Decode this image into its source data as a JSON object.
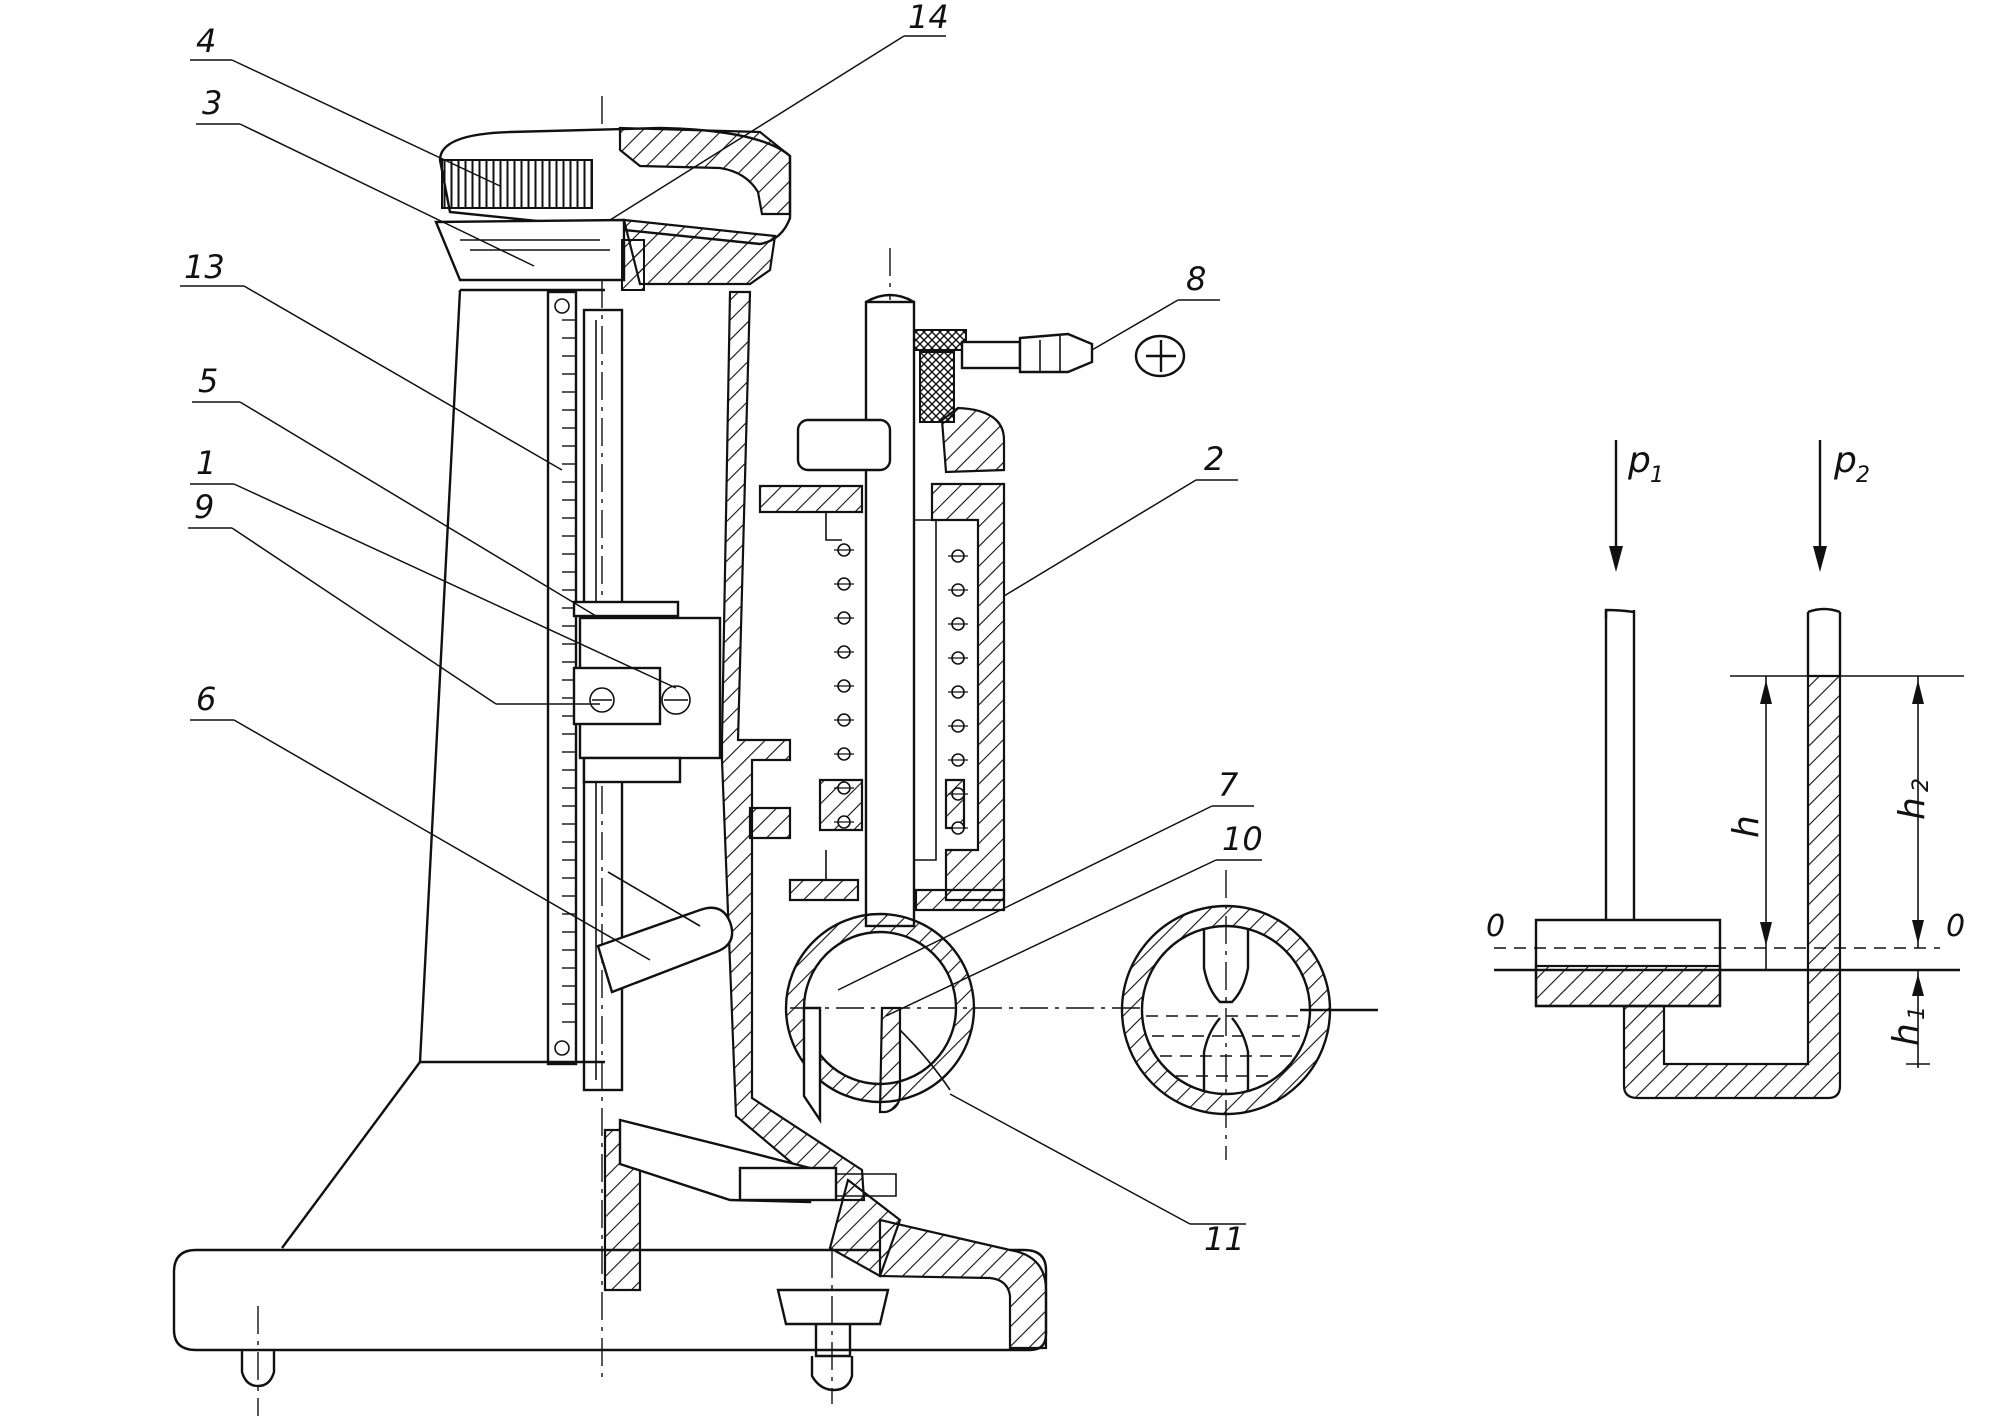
{
  "callouts": {
    "c1": "1",
    "c2": "2",
    "c3": "3",
    "c4": "4",
    "c5": "5",
    "c6": "6",
    "c7": "7",
    "c8": "8",
    "c9": "9",
    "c10": "10",
    "c11": "11",
    "c13": "13",
    "c14": "14"
  },
  "schematic": {
    "p1": "p",
    "p1_sub": "1",
    "p2": "p",
    "p2_sub": "2",
    "h": "h",
    "h1": "h",
    "h1_sub": "1",
    "h2": "h",
    "h2_sub": "2",
    "zero_left": "0",
    "zero_right": "0"
  },
  "symbols": {
    "plus_sign": "plus-circle-icon"
  }
}
